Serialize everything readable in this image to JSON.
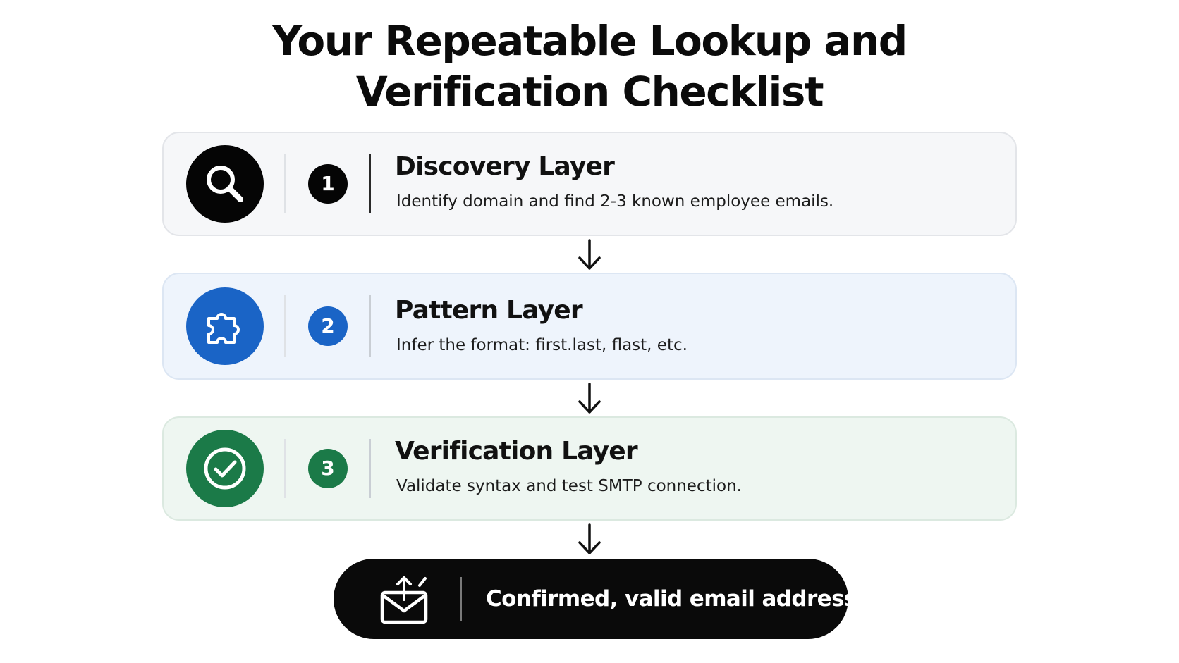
{
  "title": {
    "line1": "Your Repeatable Lookup and",
    "line2": "Verification Checklist"
  },
  "steps": [
    {
      "number": "1",
      "title": "Discovery Layer",
      "description": "Identify domain and find 2-3 known employee emails.",
      "icon": "search-icon",
      "color": "#050505"
    },
    {
      "number": "2",
      "title": "Pattern Layer",
      "description": "Infer the format: first.last, flast, etc.",
      "icon": "puzzle-piece-icon",
      "color": "#1a64c6"
    },
    {
      "number": "3",
      "title": "Verification Layer",
      "description": "Validate syntax and test SMTP connection.",
      "icon": "check-circle-icon",
      "color": "#1b7a48"
    }
  ],
  "result": {
    "label": "Confirmed, valid email address",
    "icon": "envelope-send-icon"
  }
}
